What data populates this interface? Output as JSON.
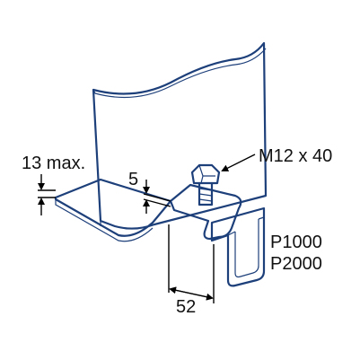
{
  "labels": {
    "flange_thickness": "13 max.",
    "clamp_thickness": "5",
    "bolt": "M12 x 40",
    "channel_codes": [
      "P1000",
      "P2000"
    ],
    "width": "52"
  },
  "colors": {
    "steel_fill": "#eef2f8",
    "steel_fill_dark": "#d9e2ef",
    "outline": "#1d3f7a",
    "dimension_line": "#000000",
    "background": "#ffffff"
  }
}
